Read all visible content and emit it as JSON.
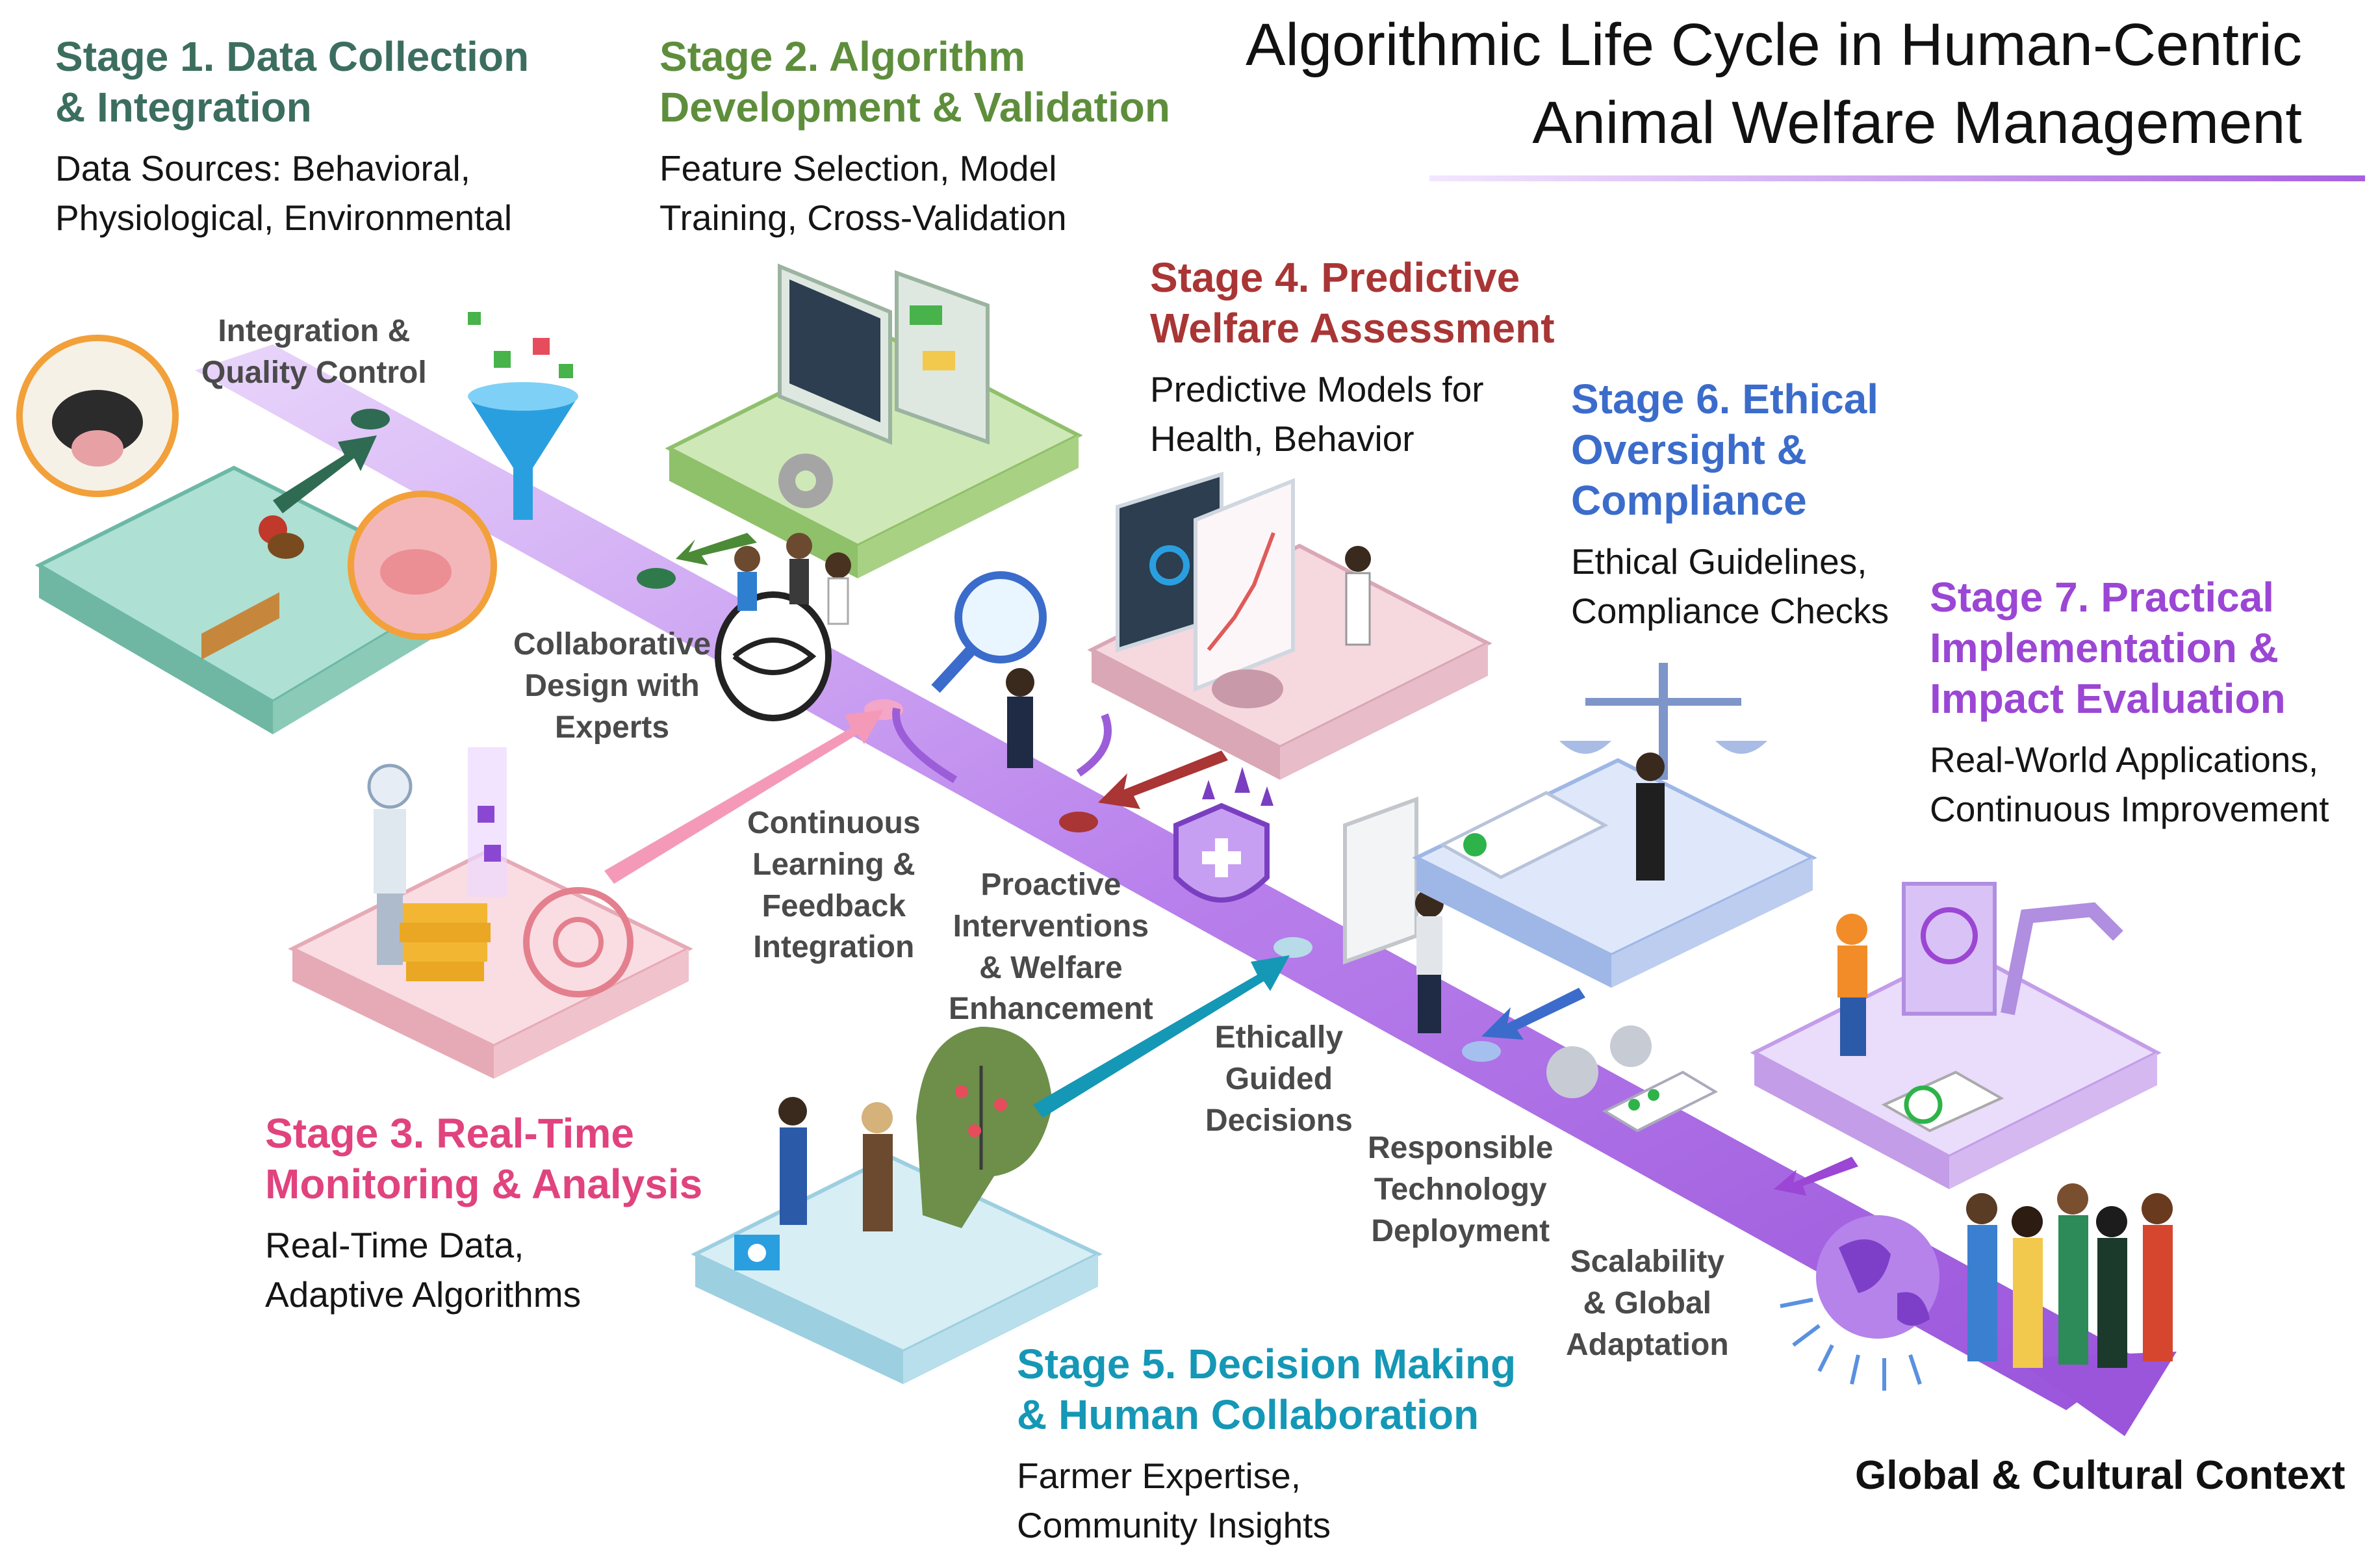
{
  "title": "Algorithmic Life Cycle in Human-Centric\nAnimal Welfare Management",
  "colors": {
    "stage1": "#3c6e5f",
    "stage2": "#5e8e3c",
    "stage3": "#e0437e",
    "stage4": "#a93535",
    "stage5": "#1597b6",
    "stage6": "#3b6ccb",
    "stage7": "#9b46d4",
    "path": "#b77ee8"
  },
  "stages": [
    {
      "title": "Stage 1. Data Collection\n& Integration",
      "desc": "Data Sources: Behavioral,\nPhysiological, Environmental"
    },
    {
      "title": "Stage 2. Algorithm\nDevelopment & Validation",
      "desc": "Feature Selection, Model\nTraining, Cross-Validation"
    },
    {
      "title": "Stage 3. Real-Time\nMonitoring & Analysis",
      "desc": "Real-Time Data,\nAdaptive Algorithms"
    },
    {
      "title": "Stage 4. Predictive\nWelfare Assessment",
      "desc": "Predictive Models for\nHealth, Behavior"
    },
    {
      "title": "Stage 5. Decision Making\n& Human Collaboration",
      "desc": "Farmer Expertise,\nCommunity Insights"
    },
    {
      "title": "Stage 6. Ethical\nOversight &\nCompliance",
      "desc": "Ethical Guidelines,\nCompliance Checks"
    },
    {
      "title": "Stage 7. Practical\nImplementation &\nImpact Evaluation",
      "desc": "Real-World Applications,\nContinuous Improvement"
    }
  ],
  "flow_labels": {
    "integration": "Integration &\nQuality Control",
    "collaborative": "Collaborative\nDesign with\nExperts",
    "continuous": "Continuous\nLearning &\nFeedback\nIntegration",
    "proactive": "Proactive\nInterventions\n& Welfare\nEnhancement",
    "ethically": "Ethically\nGuided\nDecisions",
    "responsible": "Responsible\nTechnology\nDeployment",
    "scalability": "Scalability\n& Global\nAdaptation"
  },
  "global_context": "Global & Cultural Context",
  "icons": [
    "cow-icon",
    "chicken-icon",
    "pig-icon",
    "funnel-icon",
    "computer-icon",
    "gear-icon",
    "handshake-icon",
    "magnifier-icon",
    "robot-icon",
    "books-icon",
    "cycle-icon",
    "chart-icon",
    "shield-plus-icon",
    "whiteboard-icon",
    "brain-tree-icon",
    "scales-icon",
    "document-icon",
    "robot-arm-icon",
    "checklist-icon",
    "globe-icon",
    "people-icon"
  ]
}
